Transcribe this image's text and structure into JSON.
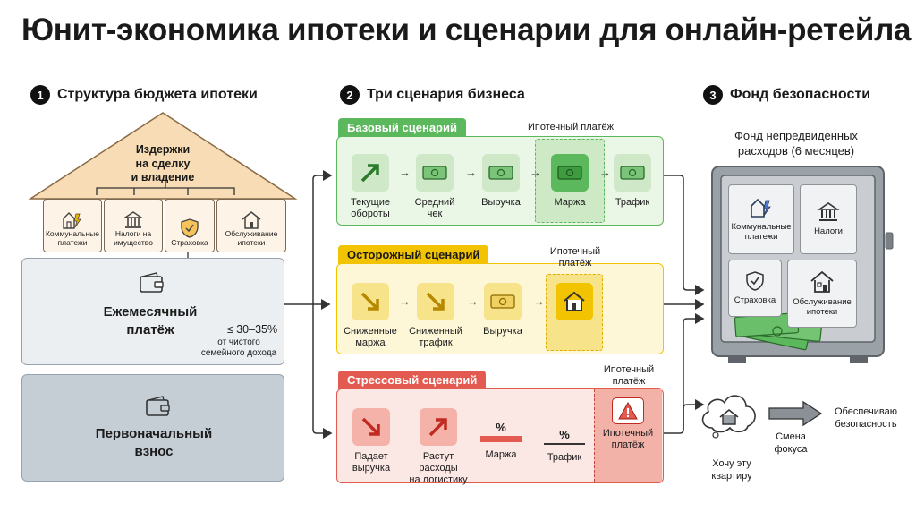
{
  "title": "Юнит-экономика ипотеки и сценарии для онлайн-ретейла",
  "section1": {
    "num": "1",
    "heading": "Структура бюджета ипотеки",
    "roof": "Издержки\nна сделку\nи владение",
    "costs": [
      "Коммунальные\nплатежи",
      "Налоги на\nимущество",
      "Страховка",
      "Обслуживание\nипотеки"
    ],
    "monthly": "Ежемесячный\nплатёж",
    "ratio": "≤ 30–35%",
    "ratio_note": "от чистого\nсемейного дохода",
    "down": "Первоначальный\nвзнос"
  },
  "section2": {
    "num": "2",
    "heading": "Три сценария бизнеса",
    "mortgage_label": "Ипотечный платёж",
    "mortgage_label_wrapped": "Ипотечный\nплатёж",
    "base": {
      "tag": "Базовый сценарий",
      "steps": [
        "Текущие\nобороты",
        "Средний\nчек",
        "Выручка",
        "Маржа",
        "Трафик"
      ]
    },
    "cautious": {
      "tag": "Осторожный сценарий",
      "steps": [
        "Сниженные\nмаржа",
        "Сниженный\nтрафик",
        "Выручка"
      ]
    },
    "stress": {
      "tag": "Стрессовый сценарий",
      "steps": [
        "Падает\nвыручка",
        "Растут расходы\nна логистику",
        "Маржа",
        "Трафик"
      ],
      "percent": "%"
    }
  },
  "section3": {
    "num": "3",
    "heading": "Фонд безопасности",
    "fund_title": "Фонд непредвиденных\nрасходов (6 месяцев)",
    "cells": [
      "Коммунальные\nплатежи",
      "Налоги",
      "Страховка",
      "Обслуживание\nипотеки"
    ],
    "dream": "Хочу эту\nквартиру",
    "shift": "Смена\nфокуса",
    "secure": "Обеспечиваю\nбезопасность"
  },
  "colors": {
    "green": "#5cb85c",
    "green_bg": "#eaf6e6",
    "green_icon": "#cfe8c8",
    "yellow": "#f2c300",
    "yellow_bg": "#fdf7d8",
    "yellow_icon": "#f7e48a",
    "red": "#e35a50",
    "red_bg": "#fbe7e4",
    "red_icon": "#f4b2a9"
  }
}
